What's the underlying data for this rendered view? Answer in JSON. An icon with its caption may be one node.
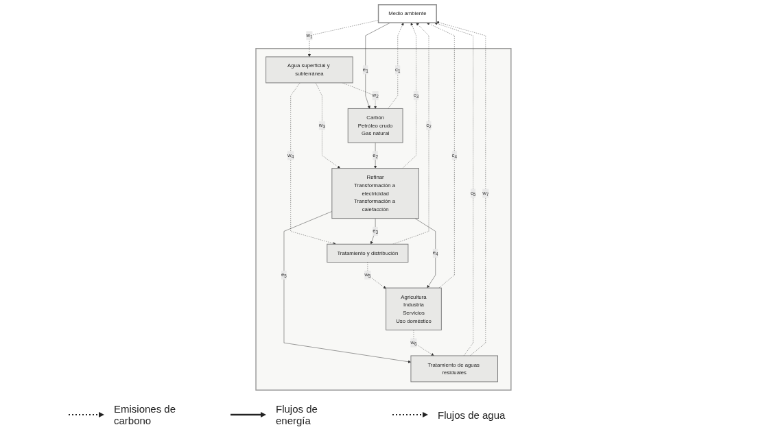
{
  "diagram": {
    "nodes": [
      {
        "text": [
          "Medio ambiente"
        ]
      },
      {
        "text": [],
        "shape": "box"
      },
      {
        "text": [
          "Agua superficial y subterránea"
        ],
        "in": 1
      },
      {
        "text": [
          "Tratamiento y distribución"
        ],
        "in": 1
      },
      {
        "text": [
          "Carbón",
          "Petróleo crudo",
          "Gas natural"
        ],
        "in": 1
      },
      {
        "text": [
          "Refinar",
          "Transformación a electricidad",
          "Transformación a calefacción"
        ],
        "in": 1
      },
      {
        "text": [
          "Agricultura",
          "Industria",
          "Servicios",
          "Uso doméstico"
        ],
        "in": 1
      },
      {
        "text": [
          "Tratamiento de aguas residuales"
        ],
        "in": 1
      }
    ],
    "edges": [
      {
        "from": 0,
        "to": 4,
        "arrow": "to",
        "label": "e$_{1}$"
      },
      {
        "from": 4,
        "to": 0,
        "arrow": "to",
        "label": "c$_{1}$",
        "style": "dashed"
      },
      {
        "from": 0,
        "to": 2,
        "arrow": "to",
        "label": "w$_{1}$",
        "style": "dashed"
      },
      {
        "from": 3,
        "to": 0,
        "arrow": "to",
        "label": "c$_{2}$",
        "style": "dashed"
      },
      {
        "from": 5,
        "to": 0,
        "arrow": "to",
        "label": "c$_{3}$",
        "style": "dashed"
      },
      {
        "from": 6,
        "to": 0,
        "arrow": "to",
        "label": "c$_{4}$",
        "style": "dashed"
      },
      {
        "from": 7,
        "to": 0,
        "arrow": "to",
        "label": "c$_{5}$",
        "style": "dashed"
      },
      {
        "from": 7,
        "to": 0,
        "arrow": "to",
        "label": "w$_{7}$",
        "style": "dashed"
      },
      {
        "from": 2,
        "to": 3,
        "arrow": "to",
        "label": "w$_{4}$",
        "style": "dashed"
      },
      {
        "from": 2,
        "to": 4,
        "arrow": "to",
        "label": "w$_{2}$",
        "style": "dashed"
      },
      {
        "from": 2,
        "to": 5,
        "arrow": "to",
        "label": "w$_{3}$",
        "style": "dashed"
      },
      {
        "from": 5,
        "to": 3,
        "arrow": "to",
        "label": "e$_{3}$"
      },
      {
        "from": 3,
        "to": 6,
        "arrow": "to",
        "label": "w$_{5}$",
        "style": "dashed"
      },
      {
        "from": 4,
        "to": 5,
        "arrow": "to",
        "label": "e$_{2}$"
      },
      {
        "from": 5,
        "to": 6,
        "arrow": "to",
        "label": "e$_{4}$"
      },
      {
        "from": 5,
        "to": 7,
        "arrow": "to",
        "label": "e$_{5}$"
      },
      {
        "from": 6,
        "to": 7,
        "arrow": "to",
        "label": "w$_{6}$",
        "style": "dashed"
      }
    ],
    "legend": [
      {
        "text": "Emisiones de carbono"
      },
      {
        "text": "Flujos de energía"
      },
      {
        "text": "Flujos de agua"
      }
    ]
  }
}
